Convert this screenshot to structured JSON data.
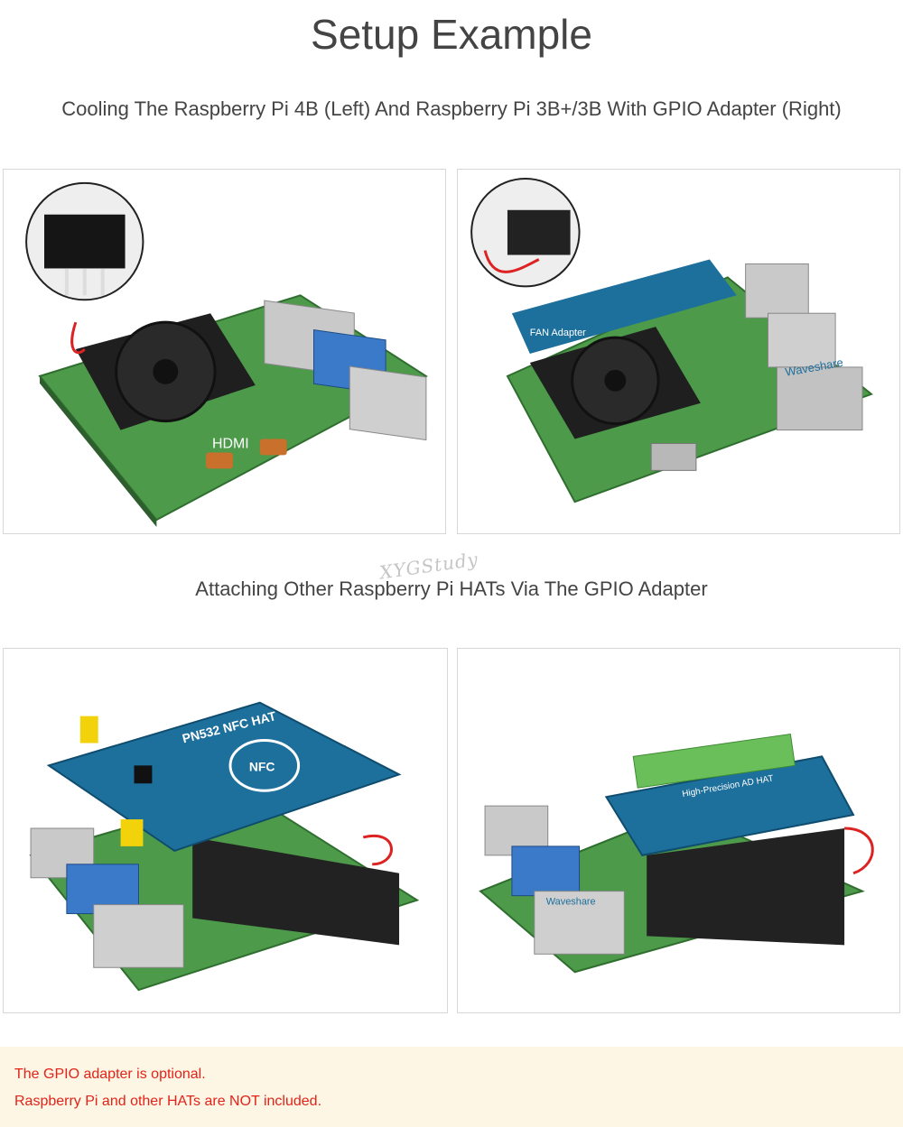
{
  "header": {
    "title": "Setup Example",
    "subtitle_top": "Cooling The Raspberry Pi 4B (Left) And Raspberry Pi 3B+/3B With GPIO Adapter (Right)",
    "subtitle_bottom": "Attaching Other Raspberry Pi HATs Via The GPIO Adapter"
  },
  "photos": [
    {
      "label": "HDMI",
      "icon": "raspberry-pi-4b-fan-photo"
    },
    {
      "label": "FAN Adapter",
      "icon": "raspberry-pi-3b-fan-adapter-photo",
      "brand": "Waveshare"
    },
    {
      "label": "PN532 NFC HAT",
      "icon": "nfc-hat-stack-photo",
      "badge": "NFC"
    },
    {
      "label": "High-Precision AD HAT",
      "icon": "ad-hat-stack-photo",
      "brand": "Waveshare"
    }
  ],
  "watermark": "XYGStudy",
  "notes": [
    "The GPIO adapter is optional.",
    "Raspberry Pi and other HATs are NOT included."
  ],
  "colors": {
    "pcb_green": "#4c9a4a",
    "hat_blue": "#1d6f9c",
    "note_red": "#e2231a",
    "note_bg": "#fdf6e4"
  }
}
